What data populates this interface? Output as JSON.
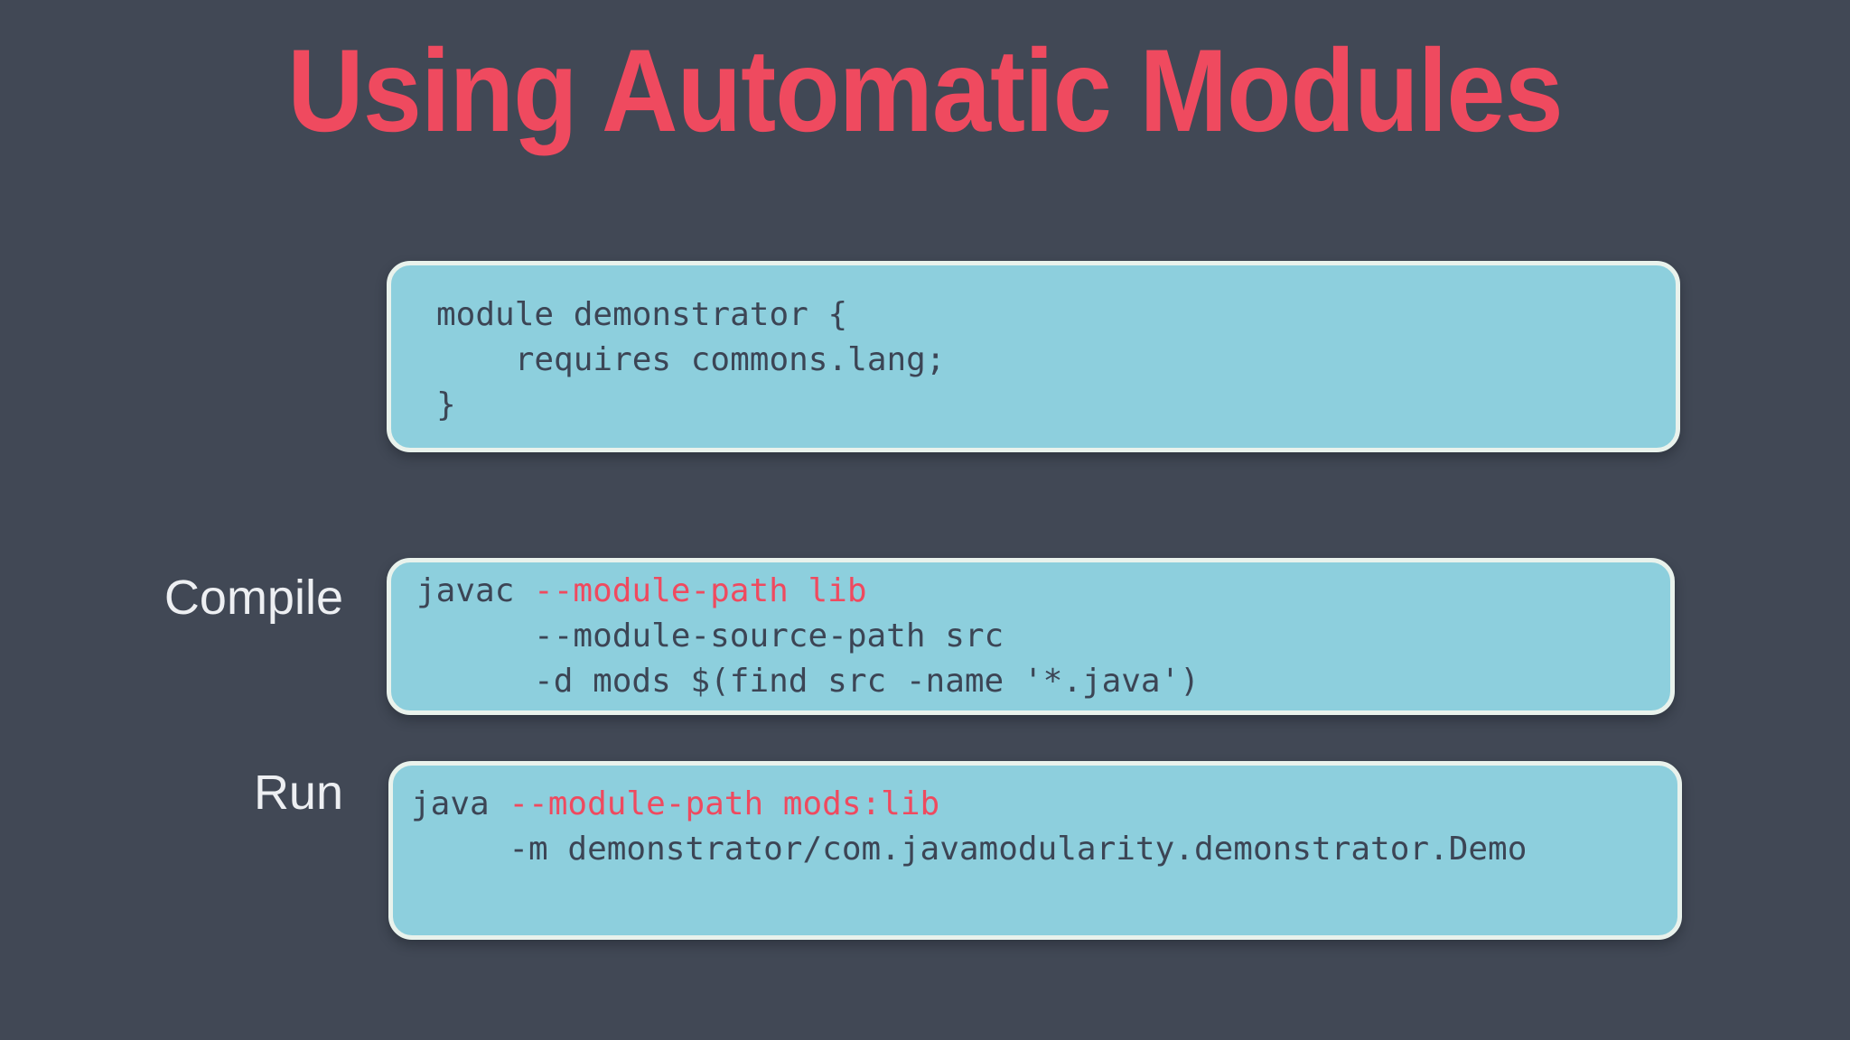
{
  "title": "Using Automatic Modules",
  "colors": {
    "background": "#414855",
    "title": "#EF4A5F",
    "block_fill": "#8DCFDD",
    "block_border": "#E9F2EC",
    "dark": "#3C4555",
    "red": "#EF4A5F",
    "label": "#EDEFF2"
  },
  "labels": {
    "compile": "Compile",
    "run": "Run"
  },
  "code_blocks": [
    {
      "name": "module-declaration",
      "label": "",
      "lines": [
        [
          {
            "text": "module demonstrator {",
            "color": "dark"
          }
        ],
        [
          {
            "text": "    requires commons.lang;",
            "color": "dark"
          }
        ],
        [
          {
            "text": "}",
            "color": "dark"
          }
        ]
      ]
    },
    {
      "name": "compile-command",
      "label": "Compile",
      "lines": [
        [
          {
            "text": "javac ",
            "color": "dark"
          },
          {
            "text": "--module-path lib",
            "color": "red"
          }
        ],
        [
          {
            "text": "      --module-source-path src",
            "color": "dark"
          }
        ],
        [
          {
            "text": "      -d mods $(find src -name '*.java')",
            "color": "dark"
          }
        ]
      ]
    },
    {
      "name": "run-command",
      "label": "Run",
      "lines": [
        [
          {
            "text": "java ",
            "color": "dark"
          },
          {
            "text": "--module-path mods:lib",
            "color": "red"
          }
        ],
        [
          {
            "text": "     -m demonstrator/com.javamodularity.demonstrator.Demo",
            "color": "dark"
          }
        ]
      ]
    }
  ]
}
